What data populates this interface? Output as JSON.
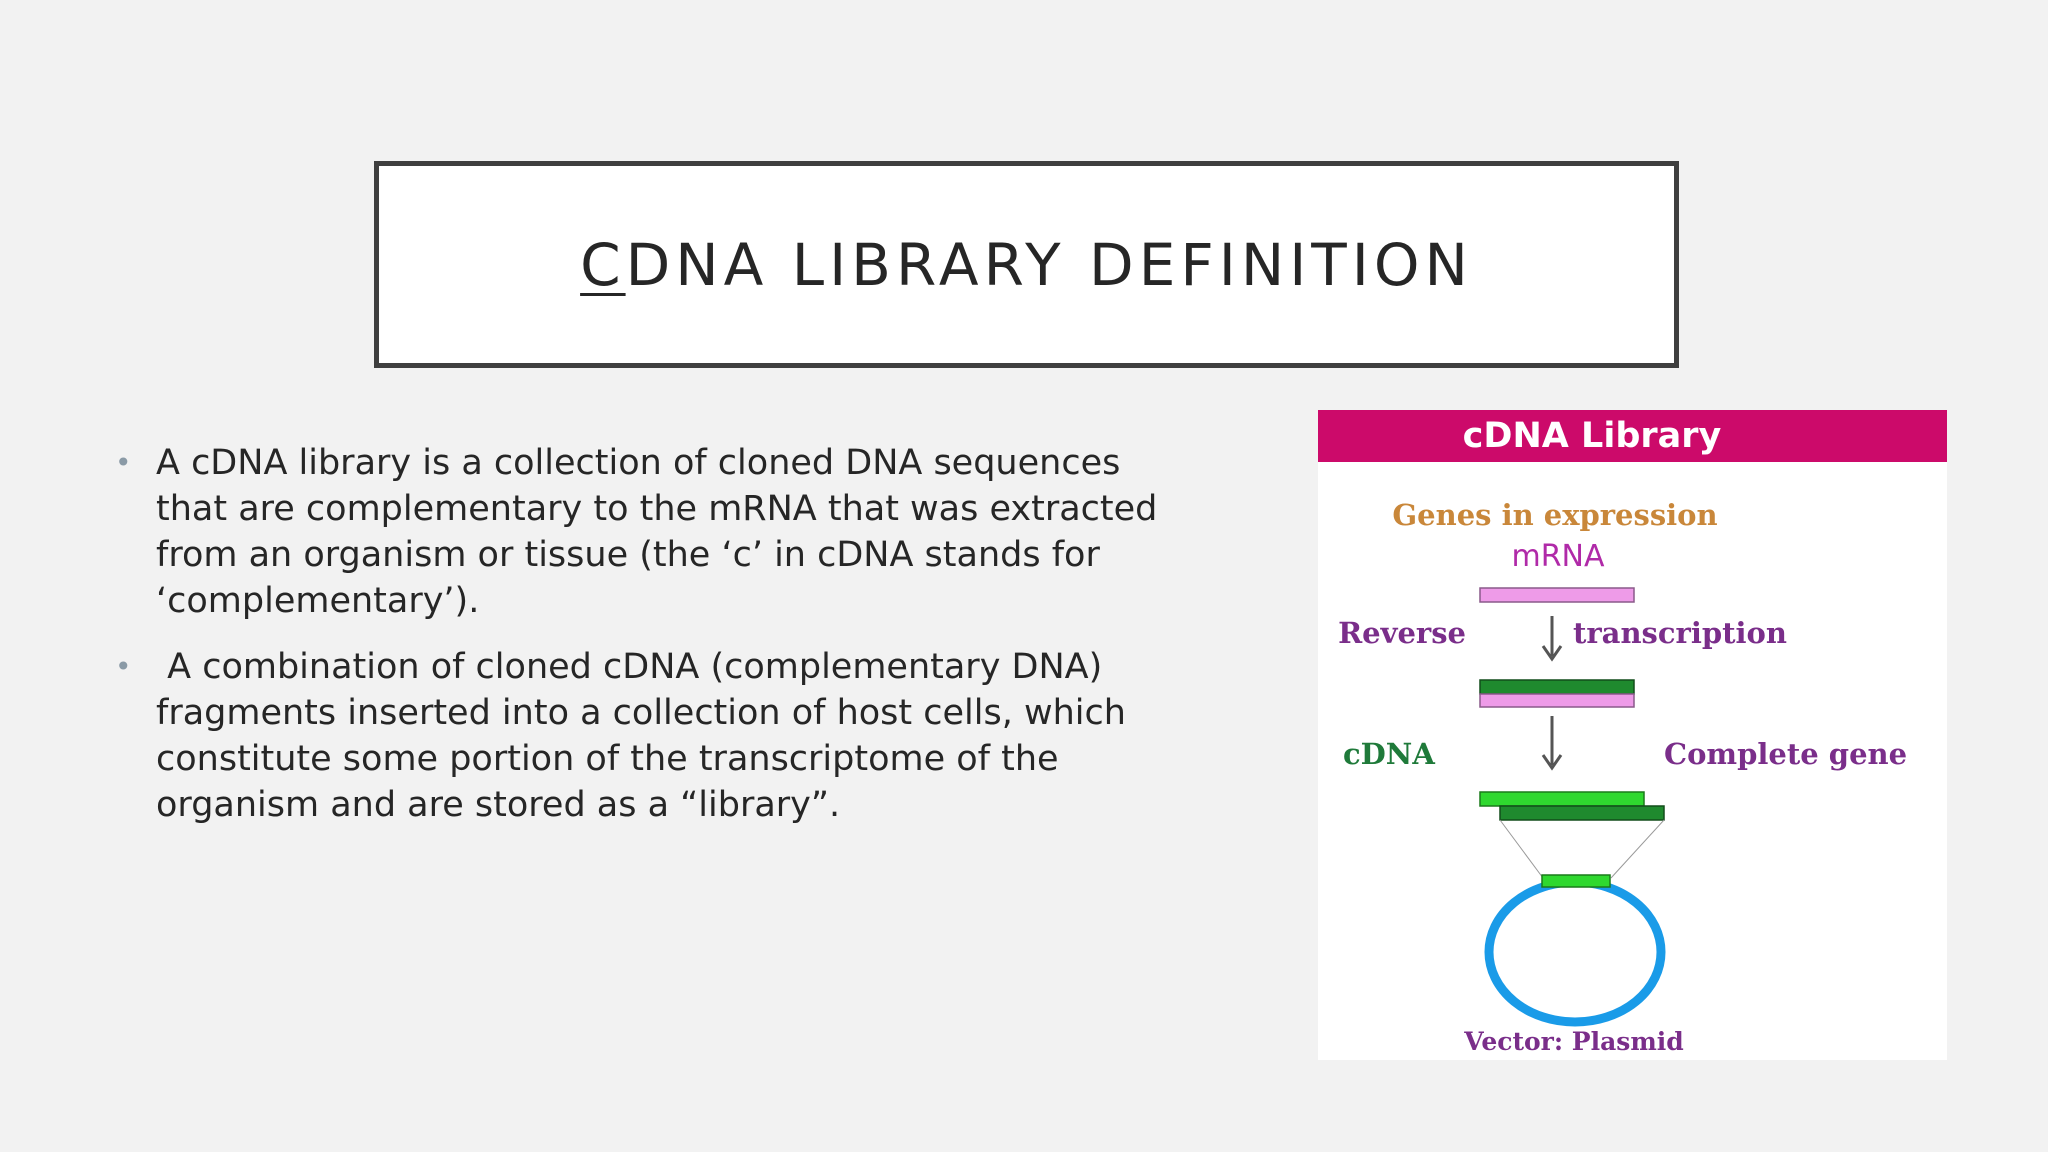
{
  "title": {
    "first_letter": "C",
    "rest": "DNA LIBRARY DEFINITION"
  },
  "bullets": [
    "A cDNA library is a collection of cloned DNA sequences that are complementary to the mRNA that was extracted from an organism or tissue (the ‘c’ in cDNA stands for ‘complementary’).",
    " A combination of cloned cDNA (complementary DNA) fragments inserted into a collection of host cells, which constitute some portion of the transcriptome of the organism and are stored as a “library”."
  ],
  "figure": {
    "header": "cDNA Library",
    "genes_in_expression": "Genes in expression",
    "mrna": "mRNA",
    "reverse": "Reverse",
    "transcription": "transcription",
    "cdna": "cDNA",
    "complete_gene": "Complete gene",
    "vector": "Vector: Plasmid",
    "colors": {
      "header_bg": "#cc0a6a",
      "header_text": "#ffffff",
      "orange_text": "#c9873a",
      "purple_text": "#7a2e8a",
      "magenta_text": "#b02aa8",
      "green_text": "#1f7a3a",
      "mrna_pink": "#ee9be8",
      "dark_green": "#1f8a2e",
      "light_green": "#2fd82f",
      "plasmid_blue": "#1a9be8"
    }
  }
}
